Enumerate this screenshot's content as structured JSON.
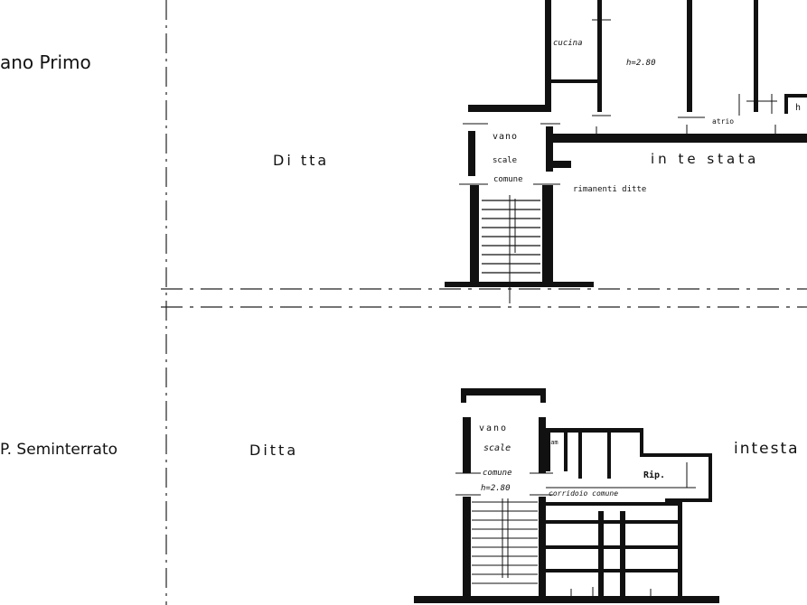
{
  "floors": {
    "upper": {
      "title": "ano Primo",
      "left_owner": "Di tta",
      "right_owner": "in te stata",
      "stair_label": [
        "vano",
        "scale",
        "comune"
      ],
      "rooms": {
        "kitchen": "cucina",
        "height": "h=2.80",
        "atrio": "atrio",
        "h_mark": "h",
        "remainder": "rimanenti ditte"
      }
    },
    "lower": {
      "title": "P. Seminterrato",
      "left_owner": "Ditta",
      "right_owner": "intesta",
      "stair_label": [
        "vano",
        "scale",
        "comune",
        "h=2.80"
      ],
      "rooms": {
        "small": "cam",
        "rip": "Rip.",
        "corridor": "corridoio comune"
      }
    }
  }
}
